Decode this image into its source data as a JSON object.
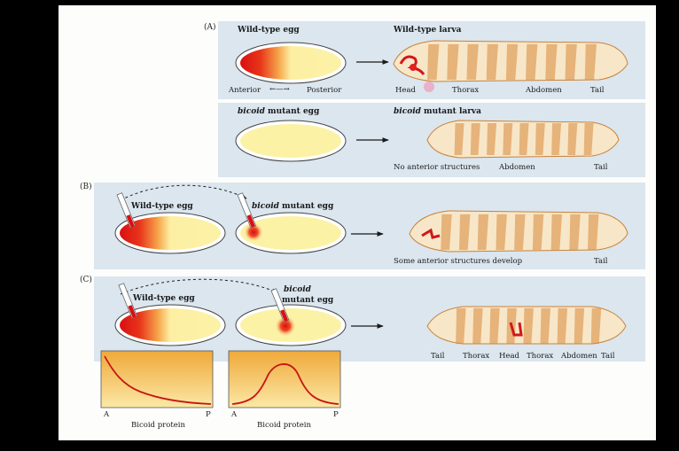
{
  "colors": {
    "panel": "#dbe6ef",
    "yolk": "#fcf2a6",
    "bicoid": "#e3201b",
    "segment_light": "#f7e7c8",
    "segment_dark": "#d8893a"
  },
  "panelA": {
    "label": "(A)",
    "wt_egg": "Wild-type egg",
    "wt_larva": "Wild-type larva",
    "anterior": "Anterior",
    "arrow_ap": "←—→",
    "posterior": "Posterior",
    "head": "Head",
    "thorax": "Thorax",
    "abdomen": "Abdomen",
    "tail": "Tail",
    "mut_egg_italic": "bicoid",
    "mut_egg_rest": " mutant egg",
    "mut_larva_italic": "bicoid",
    "mut_larva_rest": " mutant larva",
    "no_anterior": "No anterior structures",
    "abdomen2": "Abdomen",
    "tail2": "Tail"
  },
  "panelB": {
    "label": "(B)",
    "wt_egg": "Wild-type egg",
    "mut_egg_italic": "bicoid",
    "mut_egg_rest": " mutant egg",
    "result": "Some anterior structures develop",
    "tail": "Tail"
  },
  "panelC": {
    "label": "(C)",
    "wt_egg": "Wild-type egg",
    "mut_egg_italic": "bicoid",
    "mut_egg_rest": "mutant egg",
    "bottom_labels": [
      "Tail",
      "Thorax",
      "Head",
      "Thorax",
      "Abdomen",
      "Tail"
    ],
    "graph_left_x0": "A",
    "graph_left_x1": "P",
    "graph_left_caption": "Bicoid protein",
    "graph_right_x0": "A",
    "graph_right_x1": "P",
    "graph_right_caption": "Bicoid protein"
  }
}
